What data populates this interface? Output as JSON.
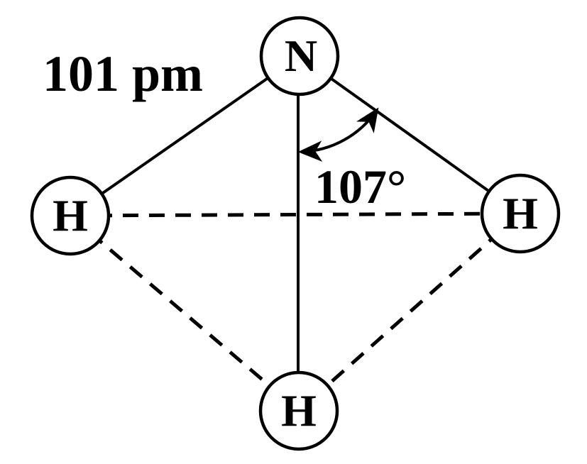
{
  "molecule": {
    "central_atom": "N",
    "hydrogen_left": "H",
    "hydrogen_right": "H",
    "hydrogen_bottom": "H"
  },
  "annotations": {
    "bond_length": "101 pm",
    "bond_angle": "107°"
  },
  "colors": {
    "line": "#000000",
    "atom_fill": "#ffffff",
    "background": "#ffffff"
  }
}
